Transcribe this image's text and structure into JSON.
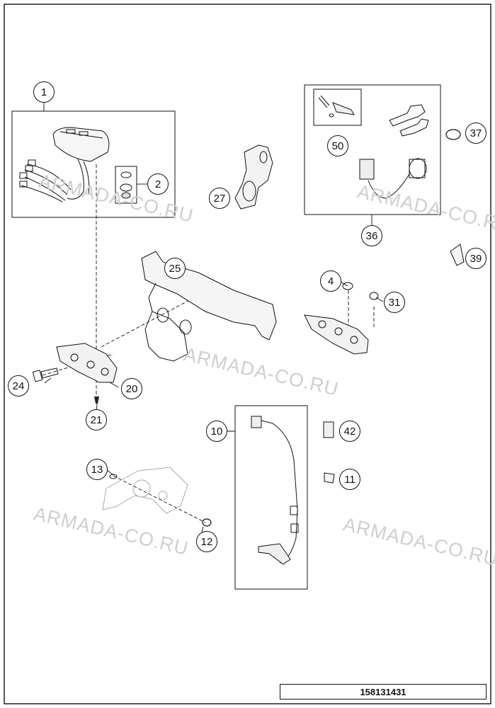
{
  "watermark": "ARMADA-CO.RU",
  "document_number": "158131431",
  "callouts": [
    "1",
    "2",
    "4",
    "10",
    "11",
    "12",
    "13",
    "20",
    "21",
    "24",
    "25",
    "27",
    "31",
    "36",
    "37",
    "39",
    "42",
    "50"
  ]
}
